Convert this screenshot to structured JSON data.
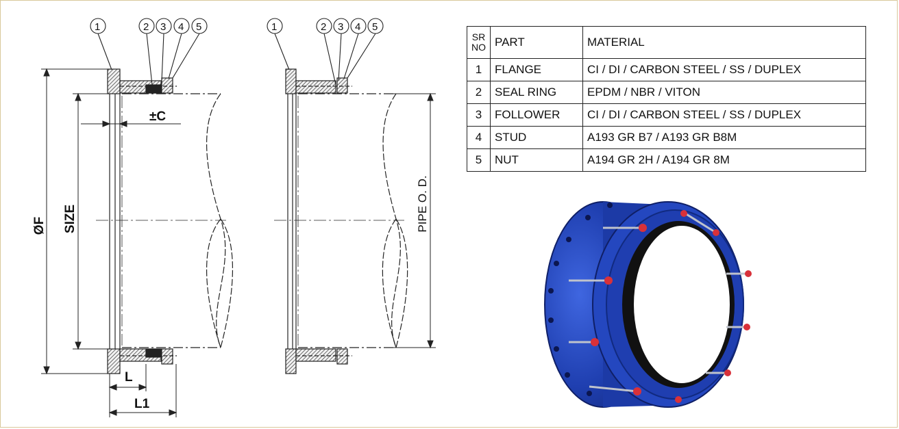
{
  "drawing": {
    "balloons": [
      "1",
      "2",
      "3",
      "4",
      "5"
    ],
    "dimensions": {
      "outer_diameter": "ØF",
      "size": "SIZE",
      "gap": "±C",
      "length_l": "L",
      "length_l1": "L1",
      "pipe_od": "PIPE O. D."
    }
  },
  "parts_table": {
    "headers": {
      "sr_no": "SR NO",
      "part": "PART",
      "material": "MATERIAL"
    },
    "rows": [
      {
        "no": "1",
        "part": "FLANGE",
        "material": "CI / DI / CARBON STEEL / SS / DUPLEX"
      },
      {
        "no": "2",
        "part": "SEAL RING",
        "material": "EPDM / NBR / VITON"
      },
      {
        "no": "3",
        "part": "FOLLOWER",
        "material": "CI / DI / CARBON STEEL / SS / DUPLEX"
      },
      {
        "no": "4",
        "part": "STUD",
        "material": "A193 GR B7 / A193 GR B8M"
      },
      {
        "no": "5",
        "part": "NUT",
        "material": "A194 GR 2H / A194 GR 8M"
      }
    ]
  },
  "colors": {
    "product_body": "#1e3fae",
    "nut_caps": "#d8313a",
    "frame": "#d9c89a"
  }
}
